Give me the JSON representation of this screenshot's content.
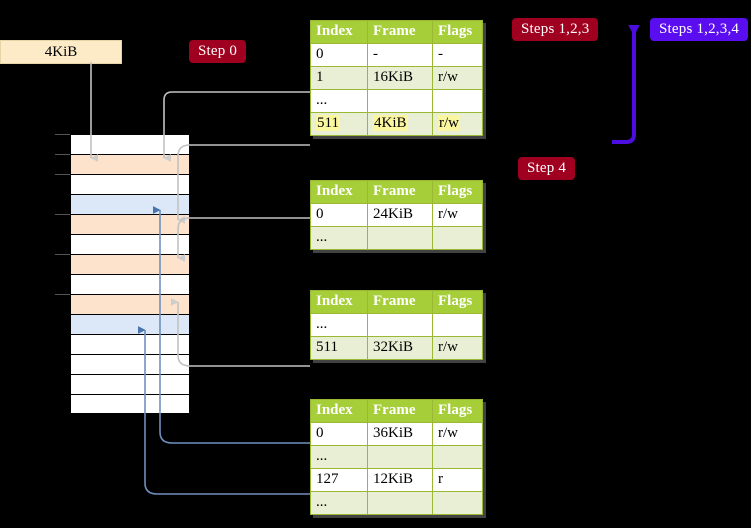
{
  "labels": {
    "size_box": "4KiB",
    "step0": "Step 0",
    "step4": "Step 4",
    "steps123": "Steps 1,2,3",
    "steps1234": "Steps 1,2,3,4"
  },
  "colors": {
    "badge_dark_red": "#a00020",
    "badge_blue": "#5a0ef0",
    "table_header_green": "#a6ce39",
    "table_alt_row": "#e8efd5",
    "highlight_yellow": "#fbf6a0",
    "memory_orange": "#fde3cc",
    "memory_blue": "#dce8f7",
    "size_box_cream": "#fdebc8",
    "wire_gray": "#b9b9b9",
    "wire_blue": "#6f8fbf",
    "arrow_blue": "#4a74ad"
  },
  "tables": [
    {
      "name": "page-table-level-1",
      "columns": [
        "Index",
        "Frame",
        "Flags"
      ],
      "rows": [
        {
          "index": "0",
          "frame": "-",
          "flags": "-",
          "style": "plain",
          "highlight": false
        },
        {
          "index": "1",
          "frame": "16KiB",
          "flags": "r/w",
          "style": "alt",
          "highlight": false
        },
        {
          "index": "...",
          "frame": "",
          "flags": "",
          "style": "plain",
          "highlight": false
        },
        {
          "index": "511",
          "frame": "4KiB",
          "flags": "r/w",
          "style": "alt",
          "highlight": true
        }
      ]
    },
    {
      "name": "page-table-level-2",
      "columns": [
        "Index",
        "Frame",
        "Flags"
      ],
      "rows": [
        {
          "index": "0",
          "frame": "24KiB",
          "flags": "r/w",
          "style": "plain",
          "highlight": false
        },
        {
          "index": "...",
          "frame": "",
          "flags": "",
          "style": "alt",
          "highlight": false
        }
      ]
    },
    {
      "name": "page-table-level-3",
      "columns": [
        "Index",
        "Frame",
        "Flags"
      ],
      "rows": [
        {
          "index": "...",
          "frame": "",
          "flags": "",
          "style": "plain",
          "highlight": false
        },
        {
          "index": "511",
          "frame": "32KiB",
          "flags": "r/w",
          "style": "alt",
          "highlight": false
        }
      ]
    },
    {
      "name": "page-table-level-4",
      "columns": [
        "Index",
        "Frame",
        "Flags"
      ],
      "rows": [
        {
          "index": "0",
          "frame": "36KiB",
          "flags": "r/w",
          "style": "plain",
          "highlight": false
        },
        {
          "index": "...",
          "frame": "",
          "flags": "",
          "style": "alt",
          "highlight": false
        },
        {
          "index": "127",
          "frame": "12KiB",
          "flags": "r",
          "style": "plain",
          "highlight": false
        },
        {
          "index": "...",
          "frame": "",
          "flags": "",
          "style": "alt",
          "highlight": false
        }
      ]
    }
  ],
  "memory_column": {
    "name": "physical-memory-frames",
    "rows": [
      {
        "fill": "white",
        "tick": true
      },
      {
        "fill": "orange",
        "tick": true
      },
      {
        "fill": "white",
        "tick": true
      },
      {
        "fill": "blue",
        "tick": false
      },
      {
        "fill": "orange",
        "tick": true
      },
      {
        "fill": "white",
        "tick": false
      },
      {
        "fill": "orange",
        "tick": true
      },
      {
        "fill": "white",
        "tick": false
      },
      {
        "fill": "orange",
        "tick": true
      },
      {
        "fill": "blue",
        "tick": false
      },
      {
        "fill": "white",
        "tick": false
      },
      {
        "fill": "white",
        "tick": false
      },
      {
        "fill": "white",
        "tick": false
      },
      {
        "fill": "white",
        "tick": false
      }
    ]
  }
}
